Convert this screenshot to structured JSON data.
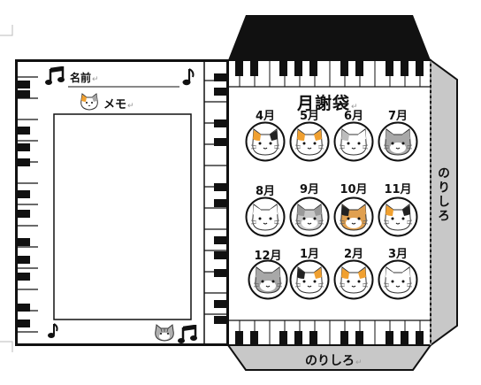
{
  "memo_card": {
    "name_label": "名前",
    "memo_label": "メモ"
  },
  "envelope": {
    "title": "月謝袋",
    "side_flap_label": "のりしろ",
    "bottom_flap_label": "のりしろ",
    "months": [
      {
        "label": "4月",
        "cat": "calico"
      },
      {
        "label": "5月",
        "cat": "calico-orange"
      },
      {
        "label": "6月",
        "cat": "gray-white"
      },
      {
        "label": "7月",
        "cat": "gray-tabby"
      },
      {
        "label": "8月",
        "cat": "white"
      },
      {
        "label": "9月",
        "cat": "gray-tabby-light"
      },
      {
        "label": "10月",
        "cat": "brown-tabby"
      },
      {
        "label": "11月",
        "cat": "calico"
      },
      {
        "label": "12月",
        "cat": "gray-tabby"
      },
      {
        "label": "1月",
        "cat": "calico-dark"
      },
      {
        "label": "2月",
        "cat": "calico-orange"
      },
      {
        "label": "3月",
        "cat": "white"
      }
    ]
  },
  "icons": [
    "music-note-icon",
    "cat-face-icon",
    "return-mark-icon"
  ],
  "colors": {
    "ink": "#111111",
    "flap_gray": "#c8c8c8",
    "orange_patch": "#f0a030",
    "gray_patch": "#a8a8a8"
  }
}
